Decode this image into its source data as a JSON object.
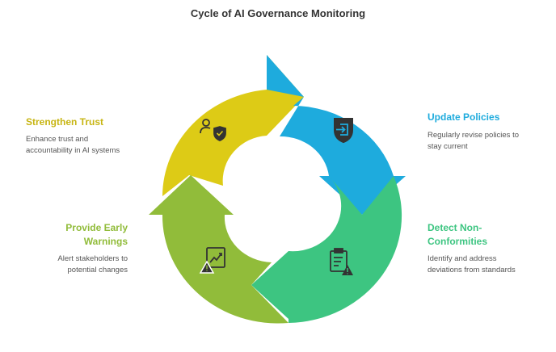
{
  "title": "Cycle of AI Governance Monitoring",
  "colors": {
    "yellow": "#DDCB16",
    "blue": "#1EABDD",
    "green": "#3DC581",
    "olive": "#91BC3A",
    "icon": "#333333"
  },
  "steps": [
    {
      "label_line1": "Update Policies",
      "label_line2": "",
      "desc_line1": "Regularly revise policies to",
      "desc_line2": "stay current",
      "icon": "shield-login-icon"
    },
    {
      "label_line1": "Detect Non-",
      "label_line2": "Conformities",
      "desc_line1": "Identify and address",
      "desc_line2": "deviations from standards",
      "icon": "clipboard-warning-icon"
    },
    {
      "label_line1": "Provide Early",
      "label_line2": "Warnings",
      "desc_line1": "Alert stakeholders to",
      "desc_line2": "potential changes",
      "icon": "chart-warning-icon"
    },
    {
      "label_line1": "Strengthen Trust",
      "label_line2": "",
      "desc_line1": "Enhance trust and",
      "desc_line2": "accountability in AI systems",
      "icon": "user-shield-icon"
    }
  ]
}
